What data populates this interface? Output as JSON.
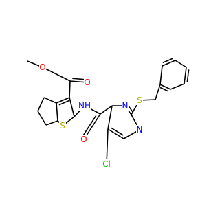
{
  "atoms": {
    "O_carbonyl_ester": {
      "text": "O",
      "color": "#ff0000"
    },
    "O_ether_ester": {
      "text": "O",
      "color": "#ff0000"
    },
    "S_thiophene": {
      "text": "S",
      "color": "#b2b200"
    },
    "NH_amide": {
      "text": "NH",
      "color": "#0000ff"
    },
    "O_amide": {
      "text": "O",
      "color": "#ff0000"
    },
    "N_pyrimidine_3": {
      "text": "N",
      "color": "#0000ff"
    },
    "N_pyrimidine_1": {
      "text": "N",
      "color": "#0000ff"
    },
    "S_thioether": {
      "text": "S",
      "color": "#b2b200"
    },
    "Cl": {
      "text": "Cl",
      "color": "#00cc00"
    }
  }
}
